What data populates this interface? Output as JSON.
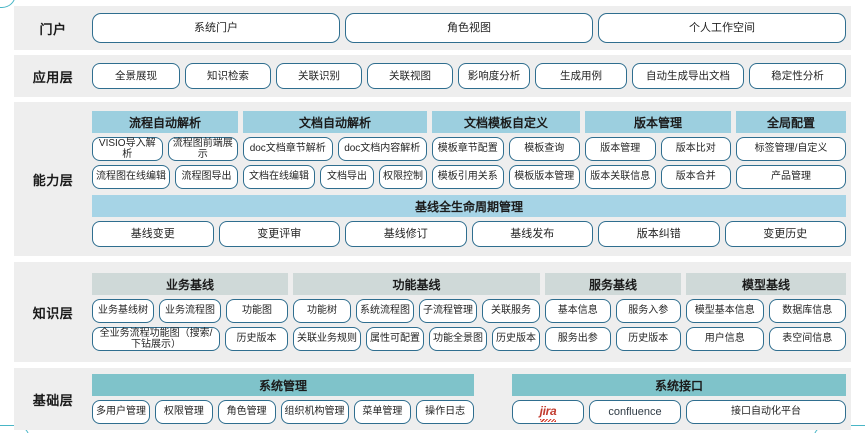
{
  "layers": [
    {
      "id": "portal",
      "label": "门户",
      "items": [
        "系统门户",
        "角色视图",
        "个人工作空间"
      ]
    },
    {
      "id": "application",
      "label": "应用层",
      "items": [
        "全景展现",
        "知识检索",
        "关联识别",
        "关联视图",
        "影响度分析",
        "生成用例",
        "自动生成导出文档",
        "稳定性分析"
      ]
    },
    {
      "id": "capability",
      "label": "能力层",
      "groups": [
        {
          "title": "流程自动解析",
          "rows": [
            [
              "VISIO导入解析",
              "流程图前端展示"
            ],
            [
              "流程图在线编辑",
              "流程图导出"
            ]
          ]
        },
        {
          "title": "文档自动解析",
          "rows": [
            [
              "doc文档章节解析",
              "doc文档内容解析"
            ],
            [
              "文档在线编辑",
              "文档导出",
              "权限控制"
            ]
          ]
        },
        {
          "title": "文档模板自定义",
          "rows": [
            [
              "模板章节配置",
              "模板查询"
            ],
            [
              "模板引用关系",
              "模板版本管理"
            ]
          ]
        },
        {
          "title": "版本管理",
          "rows": [
            [
              "版本管理",
              "版本比对"
            ],
            [
              "版本关联信息",
              "版本合并"
            ]
          ]
        },
        {
          "title": "全局配置",
          "rows": [
            [
              "标签管理/自定义"
            ],
            [
              "产品管理"
            ]
          ]
        }
      ],
      "lifecycle": {
        "title": "基线全生命周期管理",
        "items": [
          "基线变更",
          "变更评审",
          "基线修订",
          "基线发布",
          "版本纠错",
          "变更历史"
        ]
      }
    },
    {
      "id": "knowledge",
      "label": "知识层",
      "groups": [
        {
          "title": "业务基线",
          "rows": [
            [
              "业务基线树",
              "业务流程图",
              "功能图"
            ],
            [
              "全业务流程功能图（搜索/下钻展示）",
              "历史版本"
            ]
          ]
        },
        {
          "title": "功能基线",
          "rows": [
            [
              "功能树",
              "系统流程图",
              "子流程管理",
              "关联服务"
            ],
            [
              "关联业务规则",
              "属性可配置",
              "功能全景图",
              "历史版本"
            ]
          ]
        },
        {
          "title": "服务基线",
          "rows": [
            [
              "基本信息",
              "服务入参"
            ],
            [
              "服务出参",
              "历史版本"
            ]
          ]
        },
        {
          "title": "模型基线",
          "rows": [
            [
              "模型基本信息",
              "数据库信息"
            ],
            [
              "用户信息",
              "表空间信息"
            ]
          ]
        }
      ]
    },
    {
      "id": "foundation",
      "label": "基础层",
      "groups": [
        {
          "title": "系统管理",
          "rows": [
            [
              "多用户管理",
              "权限管理",
              "角色管理",
              "组织机构管理",
              "菜单管理",
              "操作日志"
            ]
          ]
        },
        {
          "title": "系统接口",
          "rows": [
            [
              "jira",
              "confluence",
              "接口自动化平台"
            ]
          ]
        }
      ]
    }
  ],
  "colors": {
    "band_background": "#eeeeee",
    "pill_border": "#2f6e8f",
    "capability_header": "#9ccfdf",
    "lifecycle_header": "#a6d4e6",
    "knowledge_header": "#cfd9d8",
    "foundation_header": "#7fc3ca",
    "jira_red": "#c23b2e"
  }
}
